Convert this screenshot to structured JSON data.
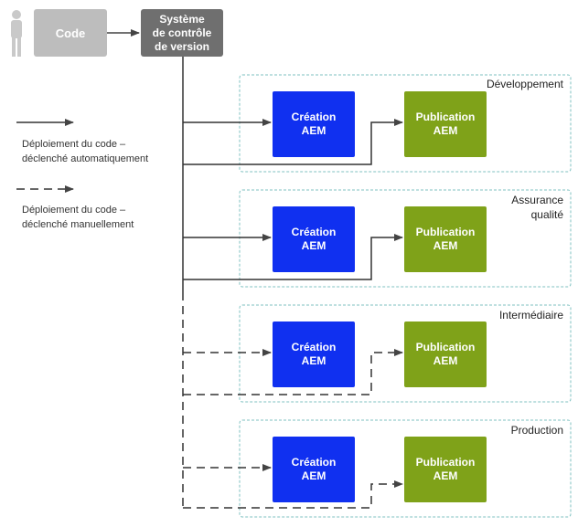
{
  "nodes": {
    "code": "Code",
    "vcs": "Système\nde contrôle\nde version"
  },
  "legend": {
    "auto": "Déploiement du code –\ndéclenché automatiquement",
    "manual": "Déploiement du code –\ndéclenché manuellement"
  },
  "environments": [
    {
      "label": "Développement",
      "author": "Création\nAEM",
      "publish": "Publication\nAEM",
      "deployment": "automatic"
    },
    {
      "label": "Assurance\nqualité",
      "author": "Création\nAEM",
      "publish": "Publication\nAEM",
      "deployment": "automatic"
    },
    {
      "label": "Intermédiaire",
      "author": "Création\nAEM",
      "publish": "Publication\nAEM",
      "deployment": "manual"
    },
    {
      "label": "Production",
      "author": "Création\nAEM",
      "publish": "Publication\nAEM",
      "deployment": "manual"
    }
  ],
  "colors": {
    "code_box": "#bdbdbd",
    "vcs_box": "#6f6f6f",
    "author_box": "#1030f0",
    "publish_box": "#7fa219",
    "connector": "#333333",
    "environment_border": "#7fc1c1"
  },
  "icons": {
    "user": "person-icon"
  }
}
